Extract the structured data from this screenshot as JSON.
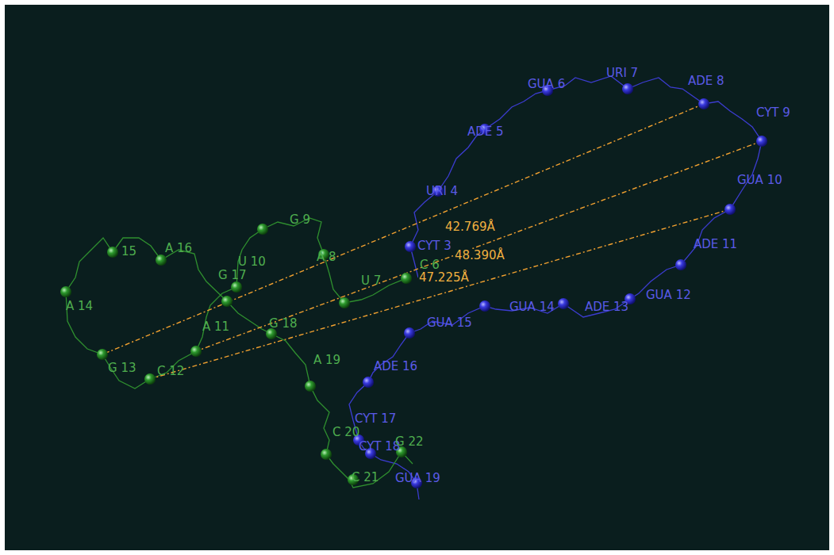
{
  "diagram": {
    "labels": [
      "CYT 3",
      "URI 4",
      "ADE 5",
      "GUA 6",
      "URI 7",
      "ADE 8",
      "CYT 9",
      "GUA 10",
      "ADE 11",
      "GUA 12",
      "ADE 13",
      "GUA 14",
      "GUA 15",
      "ADE 16",
      "CYT 17",
      "CYT 18",
      "GUA 19",
      "A 8",
      "G 9",
      "U 10",
      "A 11",
      "C 12",
      "G 13",
      "A 14",
      "15",
      "A 16",
      "G 17",
      "G 18",
      "A 19",
      "C 20",
      "C 21",
      "G 22",
      "U 7",
      "C 6",
      "42.769Å",
      "48.390Å",
      "47.225Å"
    ]
  }
}
